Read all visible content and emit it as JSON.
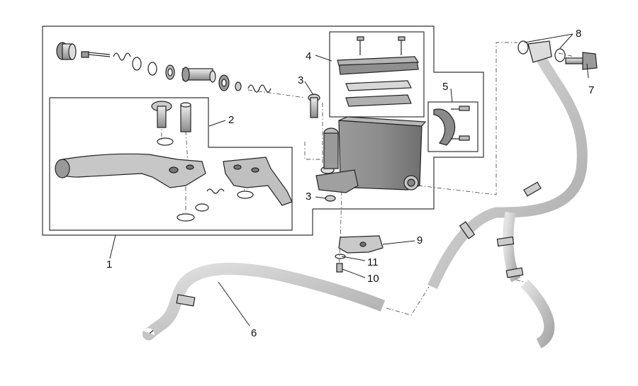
{
  "colors": {
    "line": "#222222",
    "metal_light": "#d9d9d9",
    "metal_mid": "#a6a6a6",
    "metal_dark": "#6e6e6e",
    "hose": "#bdbdbd",
    "background": "#ffffff"
  },
  "callouts": {
    "c1": "1",
    "c2": "2",
    "c3a": "3",
    "c3b": "3",
    "c4": "4",
    "c5": "5",
    "c6": "6",
    "c7": "7",
    "c8": "8",
    "c9": "9",
    "c10": "10",
    "c11": "11"
  }
}
